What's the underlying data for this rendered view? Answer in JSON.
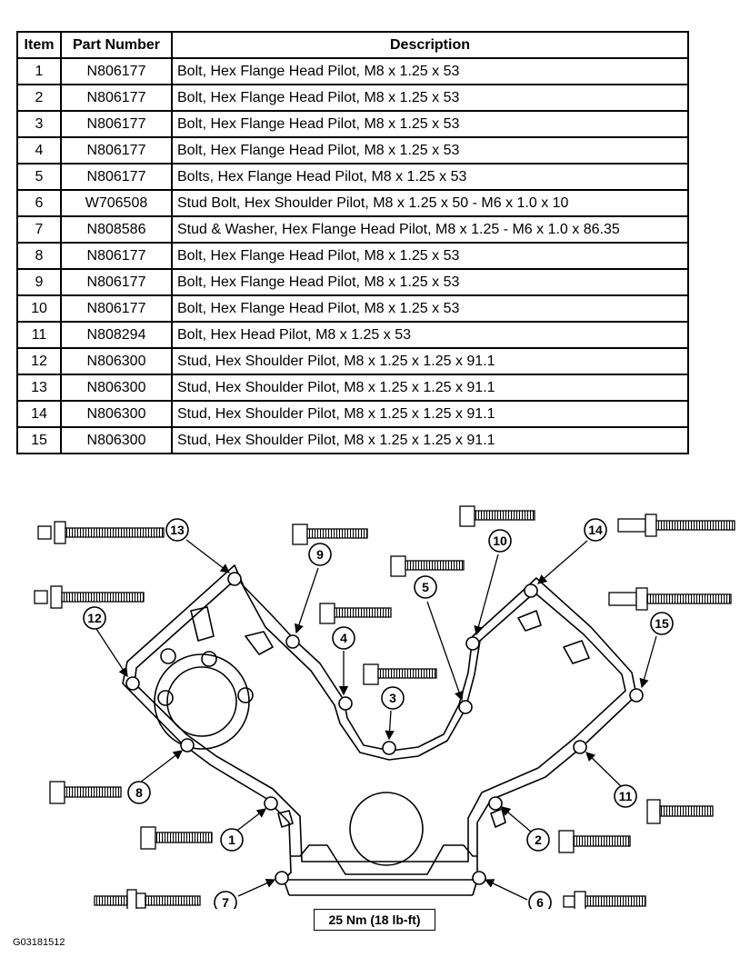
{
  "table": {
    "headers": [
      "Item",
      "Part Number",
      "Description"
    ],
    "rows": [
      {
        "item": "1",
        "part": "N806177",
        "desc": "Bolt, Hex Flange Head Pilot, M8 x 1.25 x 53"
      },
      {
        "item": "2",
        "part": "N806177",
        "desc": "Bolt, Hex Flange Head Pilot, M8 x 1.25 x 53"
      },
      {
        "item": "3",
        "part": "N806177",
        "desc": "Bolt, Hex Flange Head Pilot, M8 x 1.25 x 53"
      },
      {
        "item": "4",
        "part": "N806177",
        "desc": "Bolt, Hex Flange Head Pilot, M8 x 1.25 x 53"
      },
      {
        "item": "5",
        "part": "N806177",
        "desc": "Bolts, Hex Flange Head Pilot, M8 x 1.25 x 53"
      },
      {
        "item": "6",
        "part": "W706508",
        "desc": "Stud Bolt, Hex Shoulder Pilot, M8 x 1.25 x 50  - M6 x 1.0 x 10"
      },
      {
        "item": "7",
        "part": "N808586",
        "desc": "Stud & Washer, Hex Flange Head Pilot, M8 x 1.25  - M6 x 1.0 x 86.35"
      },
      {
        "item": "8",
        "part": "N806177",
        "desc": "Bolt, Hex Flange Head Pilot, M8 x 1.25 x 53"
      },
      {
        "item": "9",
        "part": "N806177",
        "desc": "Bolt, Hex Flange Head Pilot, M8 x 1.25 x 53"
      },
      {
        "item": "10",
        "part": "N806177",
        "desc": "Bolt, Hex Flange Head Pilot, M8 x 1.25 x 53"
      },
      {
        "item": "11",
        "part": "N808294",
        "desc": "Bolt, Hex Head Pilot, M8 x 1.25 x 53"
      },
      {
        "item": "12",
        "part": "N806300",
        "desc": "Stud, Hex Shoulder Pilot, M8 x 1.25 x 1.25 x 91.1"
      },
      {
        "item": "13",
        "part": "N806300",
        "desc": "Stud, Hex Shoulder Pilot, M8 x 1.25 x 1.25 x 91.1"
      },
      {
        "item": "14",
        "part": "N806300",
        "desc": "Stud, Hex Shoulder Pilot, M8 x 1.25 x 1.25 x 91.1"
      },
      {
        "item": "15",
        "part": "N806300",
        "desc": "Stud, Hex Shoulder Pilot, M8 x 1.25 x 1.25 x 91.1"
      }
    ]
  },
  "diagram": {
    "callouts": [
      "1",
      "2",
      "3",
      "4",
      "5",
      "6",
      "7",
      "8",
      "9",
      "10",
      "11",
      "12",
      "13",
      "14",
      "15"
    ],
    "torque_label": "25  Nm (18 lb-ft)",
    "figure_id": "G03181512"
  }
}
